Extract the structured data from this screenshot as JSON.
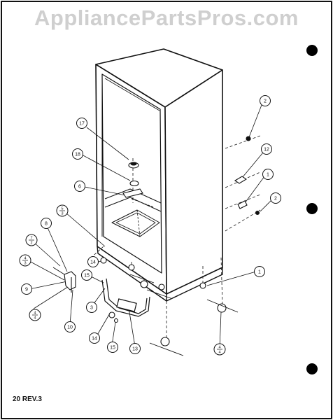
{
  "watermark": "AppliancePartsPros.com",
  "footer": "20 REV.3",
  "colors": {
    "ink": "#111111",
    "watermark": "#cfcfcf",
    "punch_hole": "#000000"
  },
  "callouts": [
    {
      "id": "c-2-top",
      "label": "2"
    },
    {
      "id": "c-12",
      "label": "12"
    },
    {
      "id": "c-1-right",
      "label": "1"
    },
    {
      "id": "c-2-mid",
      "label": "2"
    },
    {
      "id": "c-1-lower",
      "label": "1"
    },
    {
      "id": "c-17",
      "label": "17"
    },
    {
      "id": "c-18",
      "label": "18"
    },
    {
      "id": "c-6",
      "label": "6"
    },
    {
      "id": "c-8",
      "label": "8"
    },
    {
      "id": "c-9",
      "label": "9"
    },
    {
      "id": "c-10",
      "label": "10"
    },
    {
      "id": "c-14-a",
      "label": "14"
    },
    {
      "id": "c-15-a",
      "label": "15"
    },
    {
      "id": "c-3",
      "label": "3"
    },
    {
      "id": "c-14-b",
      "label": "14"
    },
    {
      "id": "c-15-b",
      "label": "15"
    },
    {
      "id": "c-13",
      "label": "13"
    }
  ],
  "fraction_callouts": [
    {
      "id": "f-5-3",
      "num": "5",
      "den": "3"
    },
    {
      "id": "f-7-2",
      "num": "7",
      "den": "2"
    },
    {
      "id": "f-4-3",
      "num": "4",
      "den": "3"
    },
    {
      "id": "f-4-4-left",
      "num": "4",
      "den": "4"
    },
    {
      "id": "f-4-4-bottom",
      "num": "4",
      "den": "4"
    }
  ]
}
